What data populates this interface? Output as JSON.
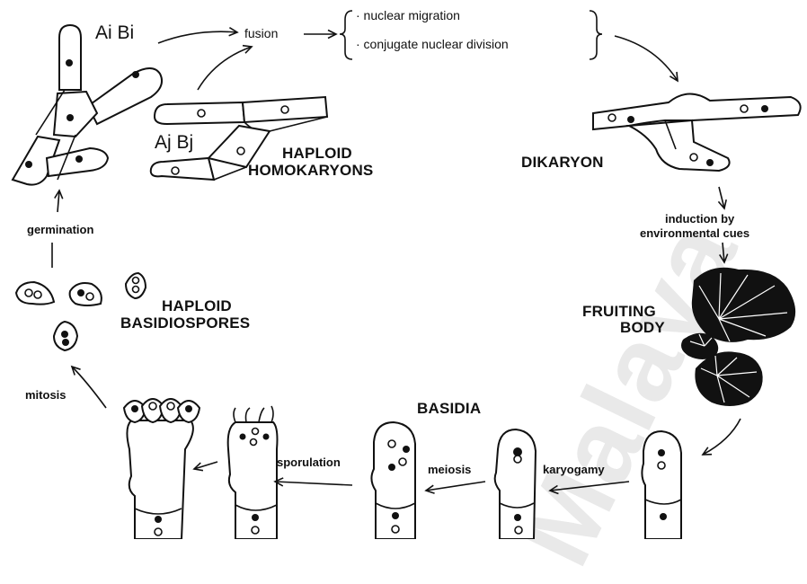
{
  "colors": {
    "ink": "#111111",
    "watermark": "#e9e9e9",
    "background": "#ffffff"
  },
  "labels": {
    "parent_a": "Ai Bi",
    "parent_b": "Aj Bj",
    "fusion": "fusion",
    "step_nuclear_migration": "· nuclear migration",
    "step_conjugate_division": "· conjugate nuclear division",
    "haploid_homokaryons": [
      "HAPLOID",
      "HOMOKARYONS"
    ],
    "dikaryon": "DIKARYON",
    "induction": [
      "induction by",
      "environmental cues"
    ],
    "fruiting_body": [
      "FRUITING",
      "BODY"
    ],
    "basidia": "BASIDIA",
    "karyogamy": "karyogamy",
    "meiosis": "meiosis",
    "sporulation": "sporulation",
    "mitosis": "mitosis",
    "haploid_basidiospores": [
      "HAPLOID",
      "BASIDIOSPORES"
    ],
    "germination": "germination"
  },
  "watermark": "Malaya"
}
